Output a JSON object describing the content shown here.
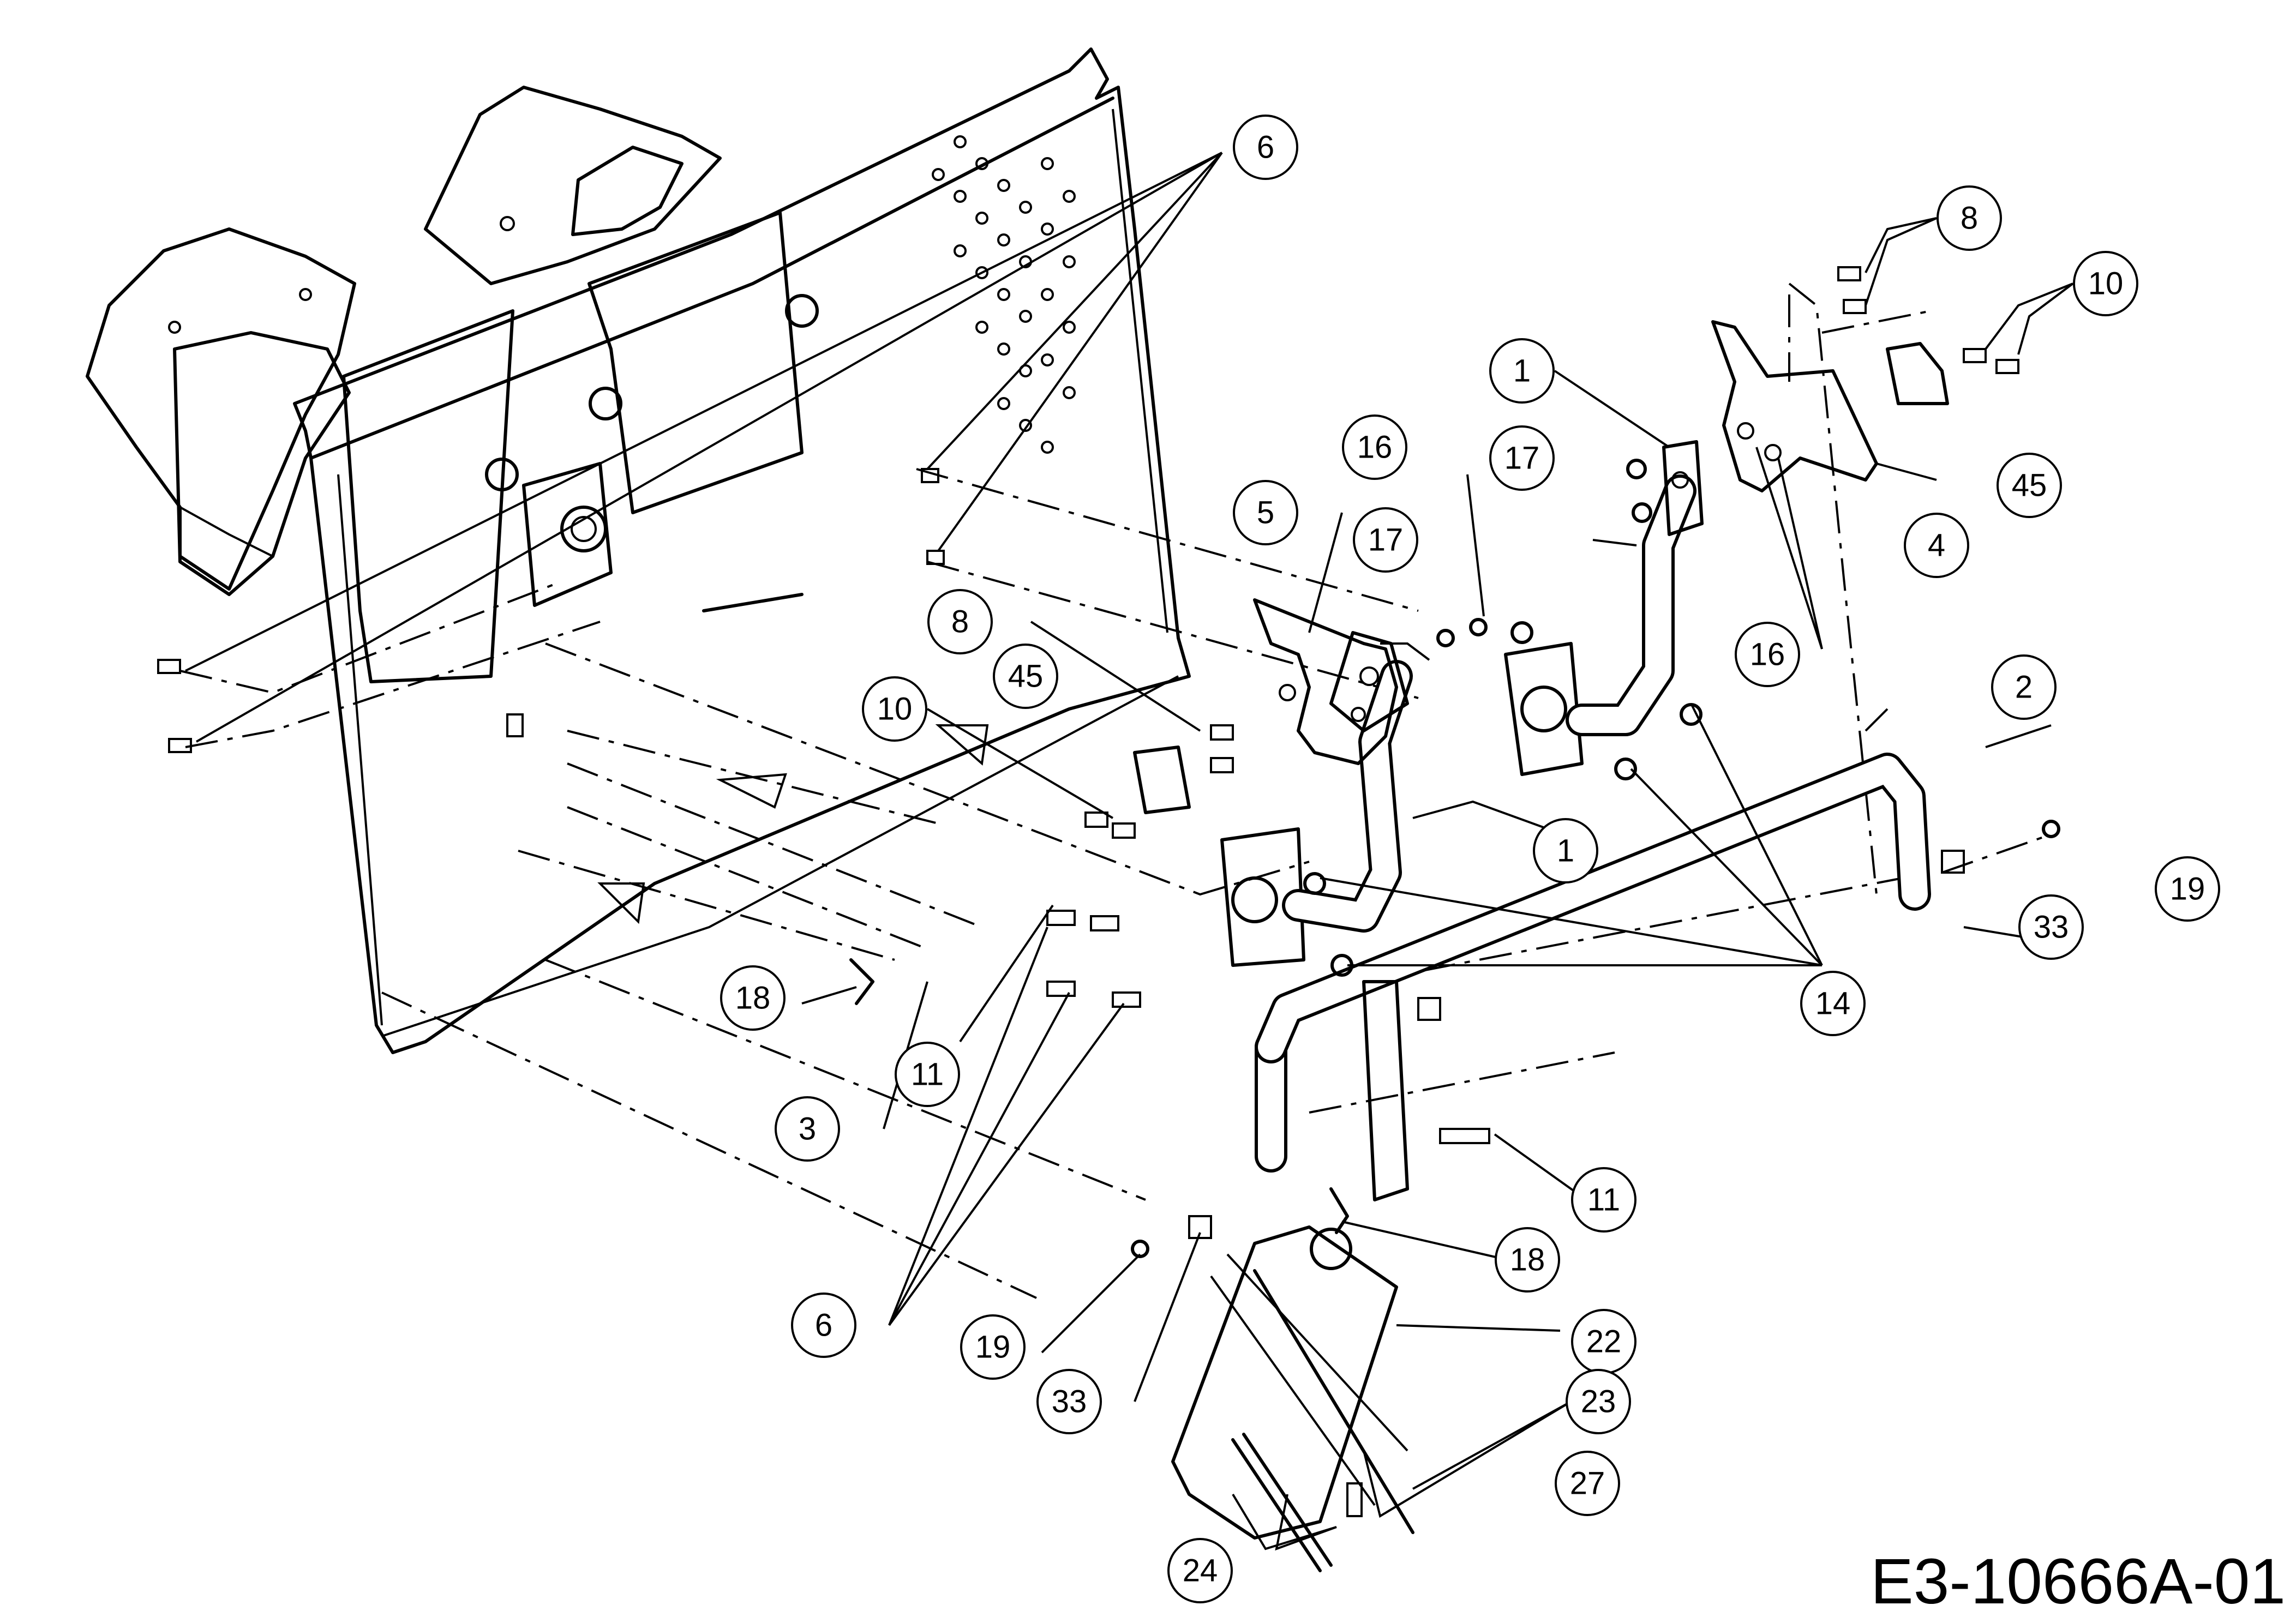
{
  "drawing_code": "E3-10666A-01",
  "callouts": [
    {
      "label": "6"
    },
    {
      "label": "8"
    },
    {
      "label": "10"
    },
    {
      "label": "1"
    },
    {
      "label": "16"
    },
    {
      "label": "17"
    },
    {
      "label": "45"
    },
    {
      "label": "5"
    },
    {
      "label": "17"
    },
    {
      "label": "4"
    },
    {
      "label": "8"
    },
    {
      "label": "45"
    },
    {
      "label": "10"
    },
    {
      "label": "16"
    },
    {
      "label": "2"
    },
    {
      "label": "1"
    },
    {
      "label": "19"
    },
    {
      "label": "33"
    },
    {
      "label": "14"
    },
    {
      "label": "18"
    },
    {
      "label": "11"
    },
    {
      "label": "3"
    },
    {
      "label": "11"
    },
    {
      "label": "18"
    },
    {
      "label": "6"
    },
    {
      "label": "19"
    },
    {
      "label": "22"
    },
    {
      "label": "33"
    },
    {
      "label": "23"
    },
    {
      "label": "27"
    },
    {
      "label": "24"
    }
  ]
}
